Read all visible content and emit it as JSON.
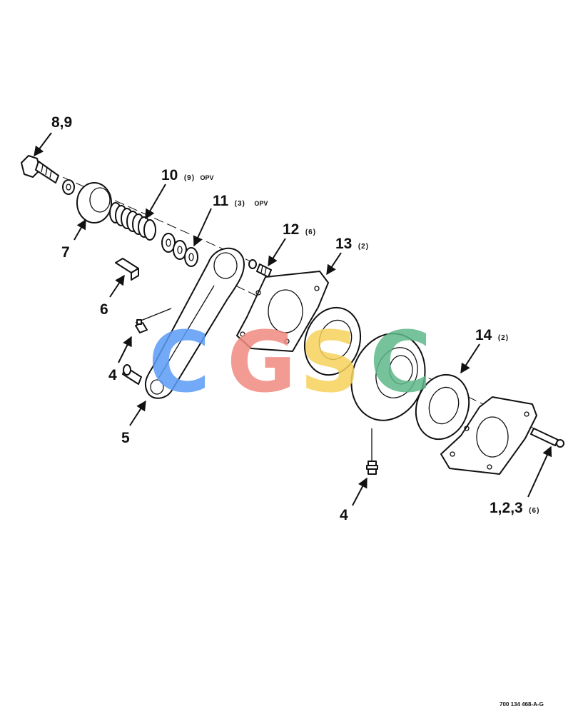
{
  "callouts": [
    {
      "id": "c-8-9",
      "number": "8,9",
      "qty": "",
      "note": ""
    },
    {
      "id": "c-10",
      "number": "10",
      "qty": "(9)",
      "note": "OPV"
    },
    {
      "id": "c-11",
      "number": "11",
      "qty": "(3)",
      "note": "OPV"
    },
    {
      "id": "c-12",
      "number": "12",
      "qty": "(6)",
      "note": ""
    },
    {
      "id": "c-13",
      "number": "13",
      "qty": "(2)",
      "note": ""
    },
    {
      "id": "c-14",
      "number": "14",
      "qty": "(2)",
      "note": ""
    },
    {
      "id": "c-7",
      "number": "7",
      "qty": "",
      "note": ""
    },
    {
      "id": "c-6",
      "number": "6",
      "qty": "",
      "note": ""
    },
    {
      "id": "c-4a",
      "number": "4",
      "qty": "",
      "note": ""
    },
    {
      "id": "c-5",
      "number": "5",
      "qty": "",
      "note": ""
    },
    {
      "id": "c-4b",
      "number": "4",
      "qty": "",
      "note": ""
    },
    {
      "id": "c-1-2-3",
      "number": "1,2,3",
      "qty": "(6)",
      "note": ""
    }
  ],
  "watermark": {
    "letters": [
      "C",
      "G",
      "S",
      "C"
    ],
    "colors": [
      "#5b9cf6",
      "#f08a80",
      "#f6d25a",
      "#5fb88a"
    ]
  },
  "reference_code": "700 134 468-A-G"
}
